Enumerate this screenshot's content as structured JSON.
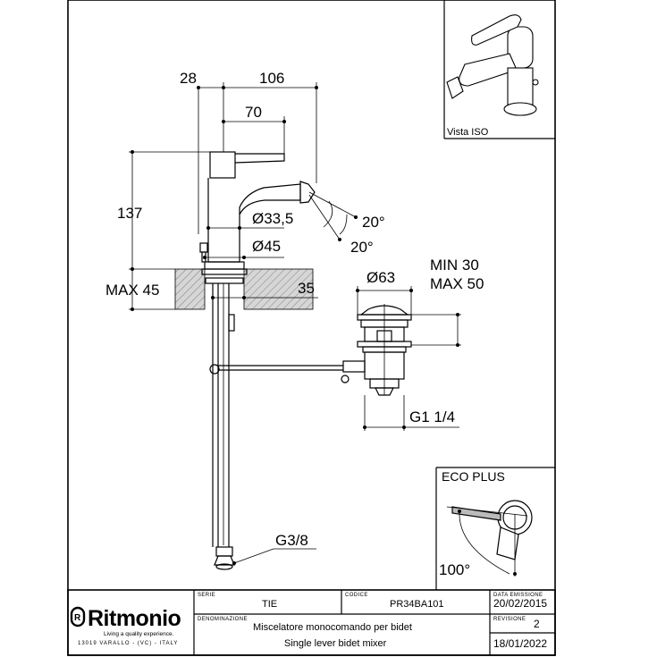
{
  "dimensions": {
    "d28": "28",
    "d106": "106",
    "d70": "70",
    "d137": "137",
    "max45": "MAX 45",
    "dia33": "Ø33,5",
    "dia45": "Ø45",
    "d35": "35",
    "angle1": "20°",
    "angle2": "20°",
    "dia63": "Ø63",
    "min30": "MIN 30",
    "max50": "MAX 50",
    "g114": "G1 1/4",
    "g38": "G3/8"
  },
  "iso_view": {
    "label": "Vista ISO"
  },
  "eco_plus": {
    "title": "ECO PLUS",
    "angle": "100°"
  },
  "title_block": {
    "brand": "Ritmonio",
    "tagline": "Living a quality experience.",
    "address": "13019 VARALLO - (VC) - ITALY",
    "serie_label": "SERIE",
    "serie": "TIE",
    "codice_label": "CODICE",
    "codice": "PR34BA101",
    "data_label": "DATA EMISSIONE",
    "data": "20/02/2015",
    "denominazione_label": "DENOMINAZIONE",
    "desc_it": "Miscelatore monocomando per bidet",
    "desc_en": "Single lever bidet mixer",
    "revisione_label": "REVISIONE",
    "revisione": "2",
    "rev_date": "18/01/2022"
  }
}
